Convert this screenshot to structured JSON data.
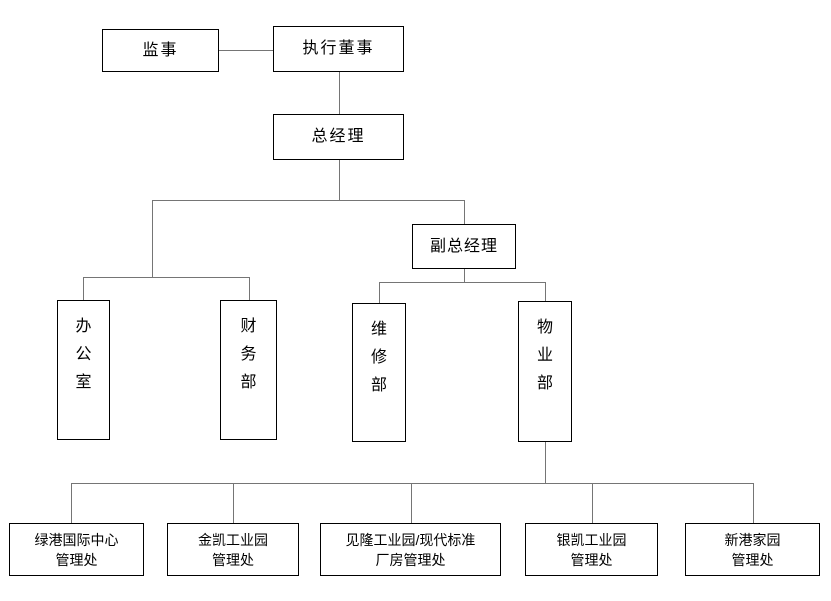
{
  "diagram": {
    "type": "org-chart",
    "colors": {
      "background": "#ffffff",
      "box_border": "#000000",
      "box_fill": "#ffffff",
      "connector": "#757575",
      "text": "#000000"
    },
    "nodes": {
      "supervisor": {
        "label": "监事"
      },
      "executive_director": {
        "label": "执行董事"
      },
      "general_manager": {
        "label": "总经理"
      },
      "deputy_general_manager": {
        "label": "副总经理"
      },
      "office": {
        "label": "办公室"
      },
      "finance_dept": {
        "label": "财务部"
      },
      "maintenance_dept": {
        "label": "维修部"
      },
      "property_dept": {
        "label": "物业部"
      },
      "lvgang_office": {
        "line1": "绿港国际中心",
        "line2": "管理处"
      },
      "jinkai_office": {
        "line1": "金凯工业园",
        "line2": "管理处"
      },
      "jianlong_office": {
        "line1": "见隆工业园/现代标准",
        "line2": "厂房管理处"
      },
      "yinkai_office": {
        "line1": "银凯工业园",
        "line2": "管理处"
      },
      "xingang_office": {
        "line1": "新港家园",
        "line2": "管理处"
      }
    },
    "edges": [
      [
        "监事",
        "执行董事"
      ],
      [
        "执行董事",
        "总经理"
      ],
      [
        "总经理",
        "办公室"
      ],
      [
        "总经理",
        "财务部"
      ],
      [
        "总经理",
        "副总经理"
      ],
      [
        "副总经理",
        "维修部"
      ],
      [
        "副总经理",
        "物业部"
      ],
      [
        "物业部",
        "绿港国际中心管理处"
      ],
      [
        "物业部",
        "金凯工业园管理处"
      ],
      [
        "物业部",
        "见隆工业园/现代标准厂房管理处"
      ],
      [
        "物业部",
        "银凯工业园管理处"
      ],
      [
        "物业部",
        "新港家园管理处"
      ]
    ]
  }
}
